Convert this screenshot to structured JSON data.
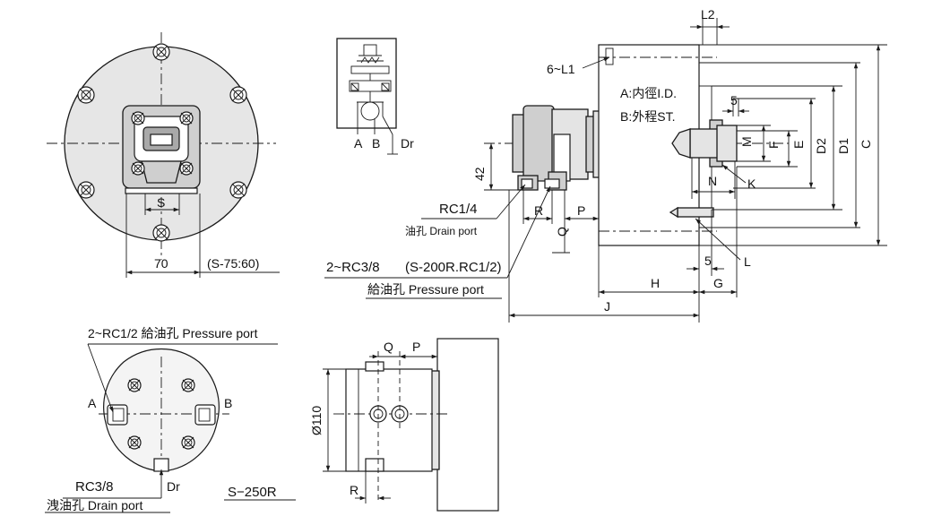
{
  "front_view": {
    "dim_s": "S",
    "dim_70": "70",
    "dim_note": "(S-75:60)"
  },
  "schematic": {
    "port_a": "A",
    "port_b": "B",
    "port_dr": "Dr"
  },
  "side_view": {
    "l2": "L2",
    "l1": "6~L1",
    "bore_note": "A:内徑I.D.",
    "stroke_note": "B:外程ST.",
    "dim_5_top": "5",
    "dim_5_bottom": "5",
    "m": "M",
    "f": "F",
    "e": "E",
    "d2": "D2",
    "d1": "D1",
    "c": "C",
    "n": "N",
    "k": "K",
    "l": "L",
    "dim_42": "42",
    "rc14": "RC1/4",
    "drain_port": "油孔 Drain port",
    "r": "R",
    "p": "P",
    "q": "Q",
    "rc38": "2~RC3/8",
    "rc38_note": "(S-200R.RC1/2)",
    "pressure_port": "給油孔 Pressure port",
    "h": "H",
    "g": "G",
    "j": "J"
  },
  "rear_view": {
    "pressure_label": "2~RC1/2  給油孔  Pressure port",
    "a": "A",
    "b": "B",
    "rc38": "RC3/8",
    "dr": "Dr",
    "drain_label": "洩油孔 Drain port",
    "model": "S−250R"
  },
  "bottom_side": {
    "q": "Q",
    "p": "P",
    "dia": "Ø110",
    "r": "R"
  }
}
